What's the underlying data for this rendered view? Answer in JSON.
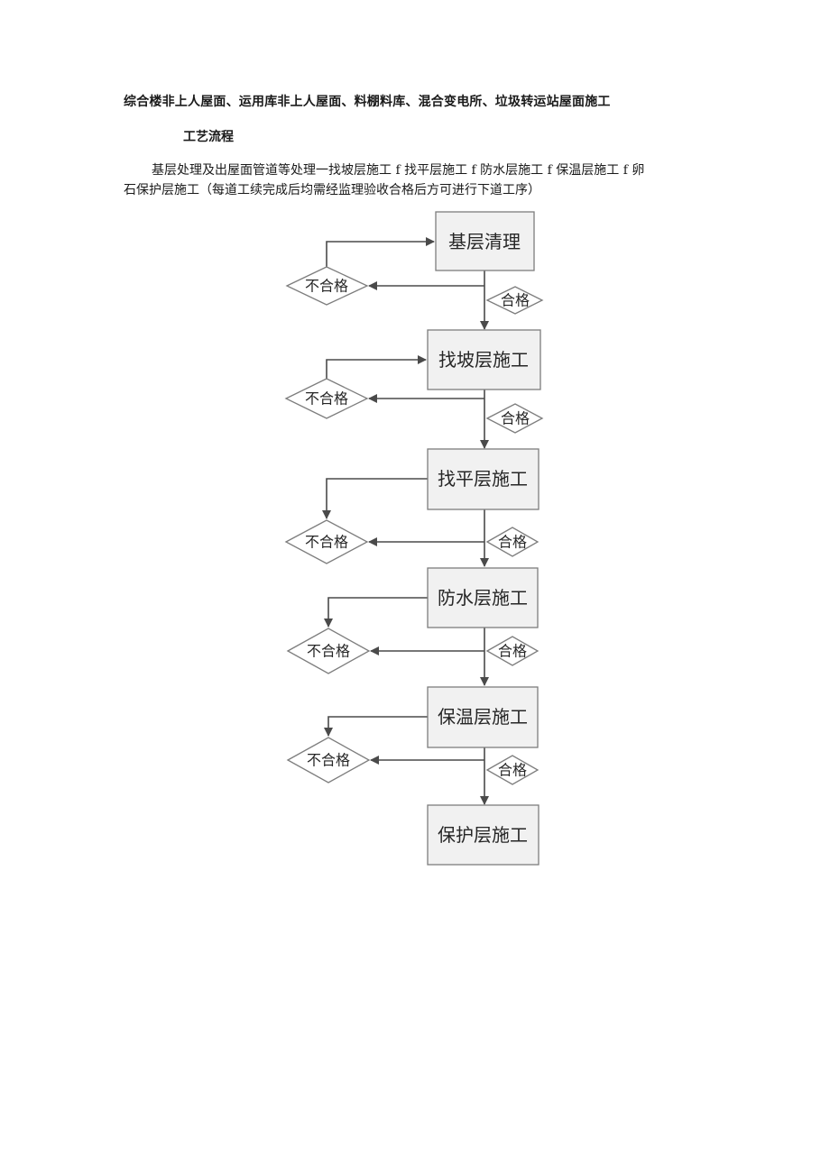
{
  "document": {
    "heading": "综合楼非上人屋面、运用库非上人屋面、料棚料库、混合变电所、垃圾转运站屋面施工",
    "subheading": "工艺流程",
    "paragraph_line1": "基层处理及出屋面管道等处理一找坡层施工 f 找平层施工 f 防水层施工 f 保温层施工 f 卵",
    "paragraph_line2": "石保护层施工（每道工续完成后均需经监理验收合格后方可进行下道工序）"
  },
  "flowchart": {
    "steps": [
      "基层清理",
      "找坡层施工",
      "找平层施工",
      "防水层施工",
      "保温层施工",
      "保护层施工"
    ],
    "pass_label": "合格",
    "fail_label": "不合格",
    "line_color": "#4a4a4a",
    "box_fill": "#f1f1f1"
  }
}
